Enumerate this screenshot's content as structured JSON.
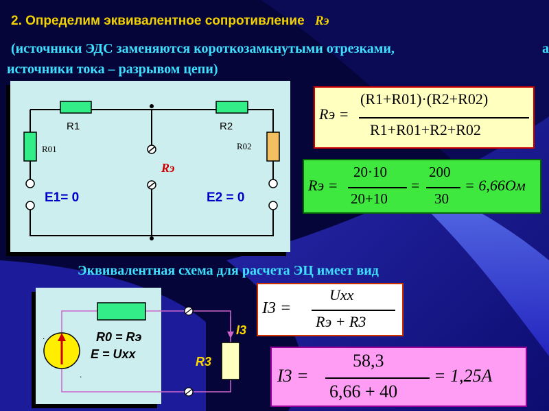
{
  "heading": {
    "step": "2.",
    "text": "Определим эквивалентное сопротивление",
    "symbol": "Rэ"
  },
  "subheading": {
    "line1": "(источники ЭДС заменяются короткозамкнутыми отрезками,",
    "line1_end": "а",
    "line2": "источники тока – разрывом цепи)"
  },
  "circuit": {
    "r1": "R1",
    "r2": "R2",
    "r01": "R01",
    "r02": "R02",
    "re": "Rэ",
    "e1": "E1= 0",
    "e2": "E2 = 0"
  },
  "formula1": {
    "lhs": "Rэ =",
    "numerator": "(R1+R01)·(R2+R02)",
    "denominator": "R1+R01+R2+R02"
  },
  "formula2": {
    "lhs": "Rэ =",
    "num1": "20·10",
    "den1": "20+10",
    "eq": "=",
    "num2": "200",
    "den2": "30",
    "result": "= 6,66Ом"
  },
  "caption": "Эквивалентная схема для расчета ЭЦ имеет вид",
  "equivalent": {
    "r0": "R0 = Rэ",
    "e": "E = Uxx",
    "i3": "I3",
    "r3": "R3"
  },
  "formula3": {
    "lhs": "I3 =",
    "numerator": "Uxx",
    "denominator": "Rэ + R3"
  },
  "formula4": {
    "lhs": "I3 =",
    "numerator": "58,3",
    "denominator": "6,66 + 40",
    "result": "= 1,25A"
  },
  "colors": {
    "background": "#06063a",
    "heading": "#f2d200",
    "subheading": "#3fe0ff",
    "panel": "#cdeeee",
    "label_blue": "#0000cc",
    "label_red": "#cc0000"
  }
}
